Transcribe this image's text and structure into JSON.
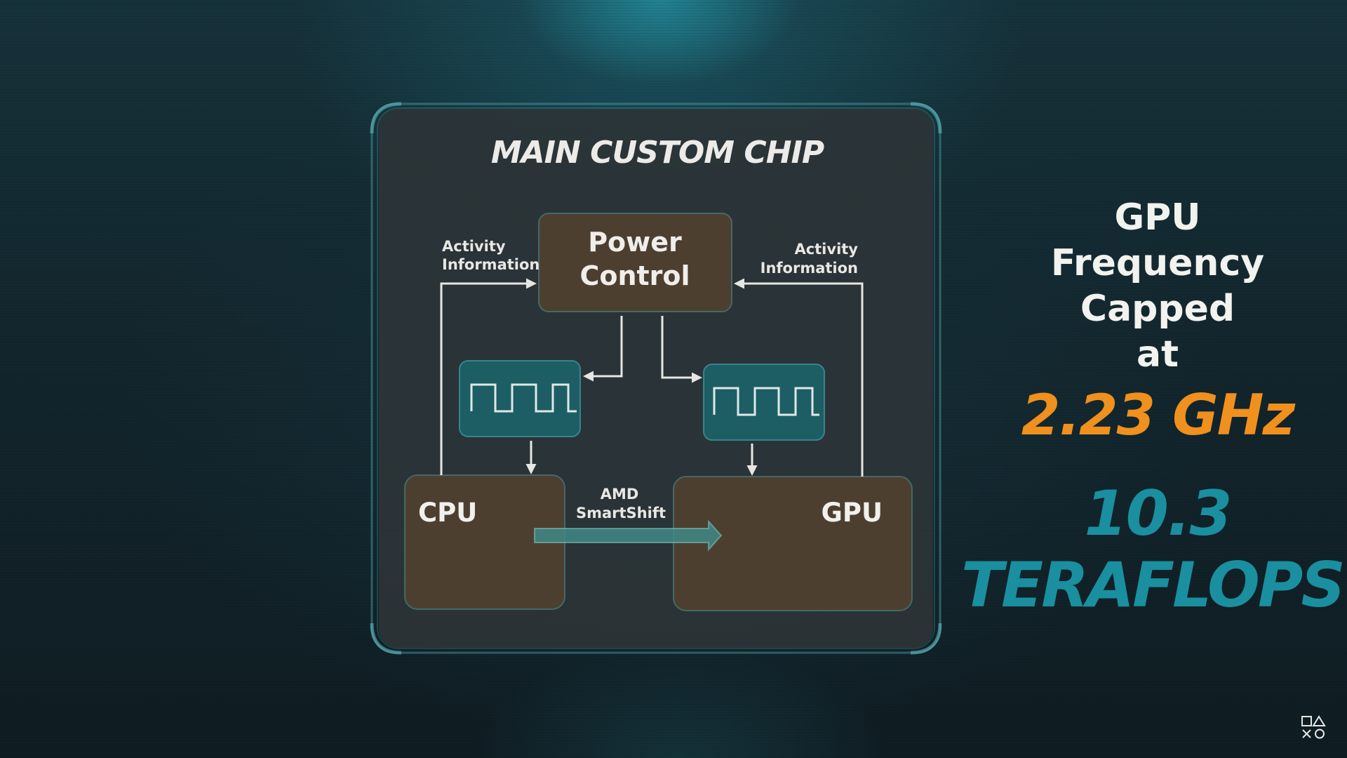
{
  "diagram": {
    "title": "MAIN CUSTOM CHIP",
    "power_control": [
      "Power",
      "Control"
    ],
    "cpu": "CPU",
    "gpu": "GPU",
    "activity_left": [
      "Activity",
      "Information"
    ],
    "activity_right": [
      "Activity",
      "Information"
    ],
    "smartshift": [
      "AMD",
      "SmartShift"
    ],
    "colors": {
      "box_brown": "#4d3f30",
      "clock_teal": "#1c5e64",
      "arrow": "#e6e6e2",
      "smartshift_arrow": "#3f8a86"
    }
  },
  "side": {
    "lines": [
      "GPU",
      "Frequency",
      "Capped",
      "at"
    ],
    "frequency": "2.23 GHz",
    "teraflops_number": "10.3",
    "teraflops_unit": "TERAFLOPS",
    "colors": {
      "frequency": "#f0901e",
      "teraflops": "#1a8fa0"
    }
  },
  "logo": {
    "icon": "playstation-shapes-icon"
  }
}
